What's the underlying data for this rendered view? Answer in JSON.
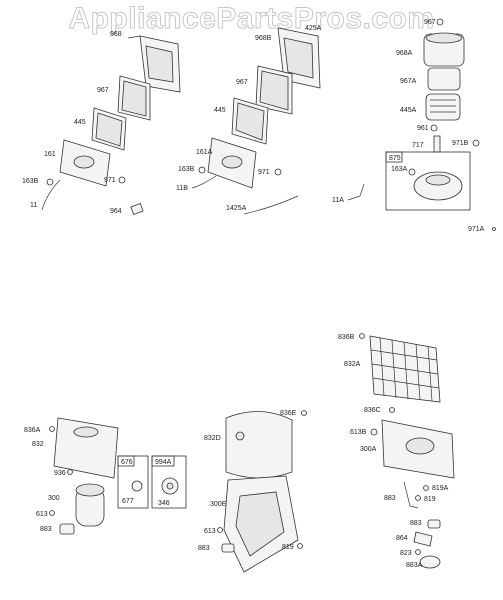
{
  "watermark": "AppliancePartsPros.com",
  "labels": [
    "968",
    "967",
    "445",
    "161",
    "163B",
    "971",
    "11",
    "964",
    "968B",
    "425A",
    "967",
    "445",
    "161A",
    "163B",
    "971",
    "11B",
    "1425A",
    "967",
    "968A",
    "967A",
    "445A",
    "961",
    "717",
    "971B",
    "875",
    "163A",
    "11A",
    "971A",
    "836B",
    "832A",
    "836C",
    "613B",
    "300A",
    "819A",
    "883",
    "819",
    "883",
    "864",
    "823",
    "883A",
    "836A",
    "832",
    "936",
    "300",
    "613",
    "883",
    "676",
    "677",
    "994A",
    "346",
    "836E",
    "832D",
    "300E",
    "613",
    "883",
    "819"
  ]
}
